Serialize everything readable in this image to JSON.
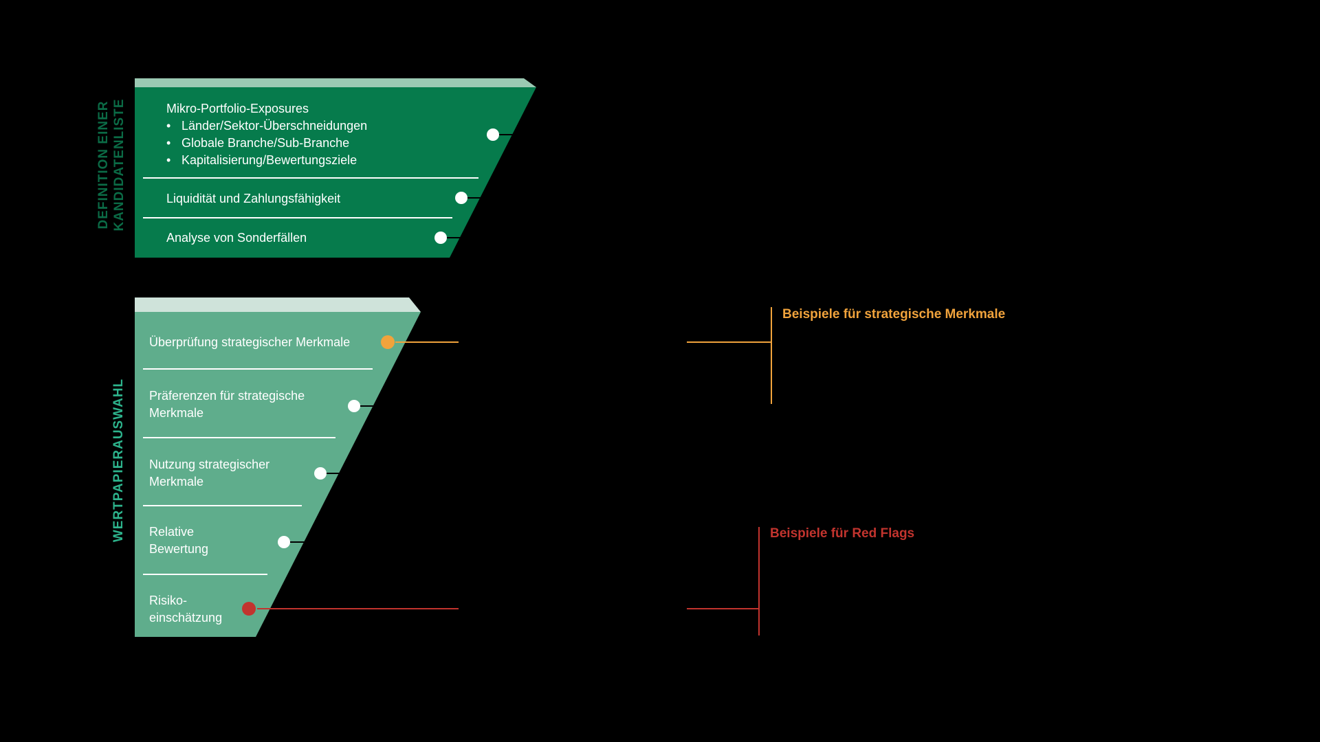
{
  "bullet_char": "•",
  "top_funnel": {
    "side_label": [
      "DEFINITION EINER",
      "KANDIDATENLISTE"
    ],
    "heading": "Mikro-Portfolio-Exposures",
    "bullets": [
      "Länder/Sektor-Überschneidungen",
      "Globale Branche/Sub-Branche",
      "Kapitalisierung/Bewertungsziele"
    ],
    "row2": "Liquidität und Zahlungsfähigkeit",
    "row3": "Analyse von Sonderfällen"
  },
  "bottom_funnel": {
    "side_label": "WERTPAPIERAUSWAHL",
    "rows": [
      [
        "Überprüfung strategischer Merkmale"
      ],
      [
        "Präferenzen für strategische",
        "Merkmale"
      ],
      [
        "Nutzung strategischer",
        "Merkmale"
      ],
      [
        "Relative",
        "Bewertung"
      ],
      [
        "Risiko-",
        "einschätzung"
      ]
    ]
  },
  "callouts": {
    "strategic": {
      "title": "Beispiele für strategische Merkmale"
    },
    "red_flags": {
      "title": "Beispiele für Red Flags"
    }
  },
  "colors": {
    "background": "#000000",
    "top_face": "#067B4C",
    "top_bevel": "#9BC9B3",
    "bottom_face": "#5FAD8C",
    "bottom_bevel": "#CFE3DA",
    "top_label": "#0B6B46",
    "bottom_label": "#2DB38C",
    "orange": "#F1A33C",
    "red": "#C2342E",
    "white": "#FFFFFF",
    "connector": "#000000"
  }
}
